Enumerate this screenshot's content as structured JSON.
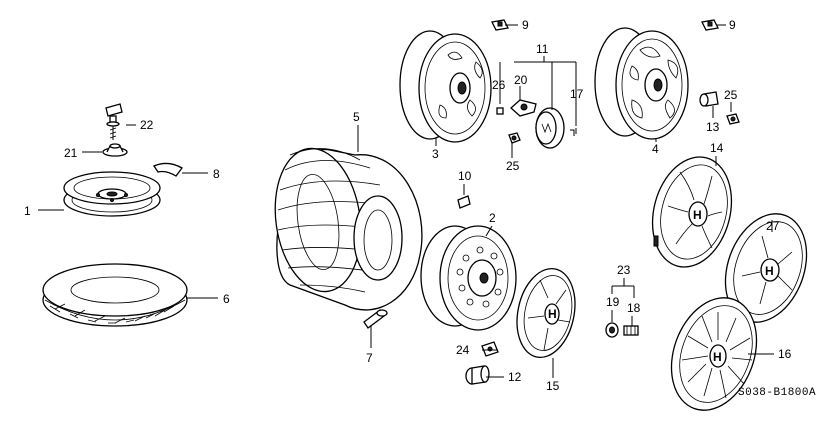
{
  "diagram": {
    "code": "S038-B1800A",
    "callouts": {
      "c1": "1",
      "c2": "2",
      "c3": "3",
      "c4": "4",
      "c5": "5",
      "c6": "6",
      "c7": "7",
      "c8": "8",
      "c9a": "9",
      "c9b": "9",
      "c10": "10",
      "c11": "11",
      "c12": "12",
      "c13": "13",
      "c14": "14",
      "c15": "15",
      "c16": "16",
      "c17": "17",
      "c18": "18",
      "c19": "19",
      "c20": "20",
      "c21": "21",
      "c22": "22",
      "c23": "23",
      "c24": "24",
      "c25a": "25",
      "c25b": "25",
      "c26": "26",
      "c27": "27"
    },
    "cap_emblem": "H"
  }
}
